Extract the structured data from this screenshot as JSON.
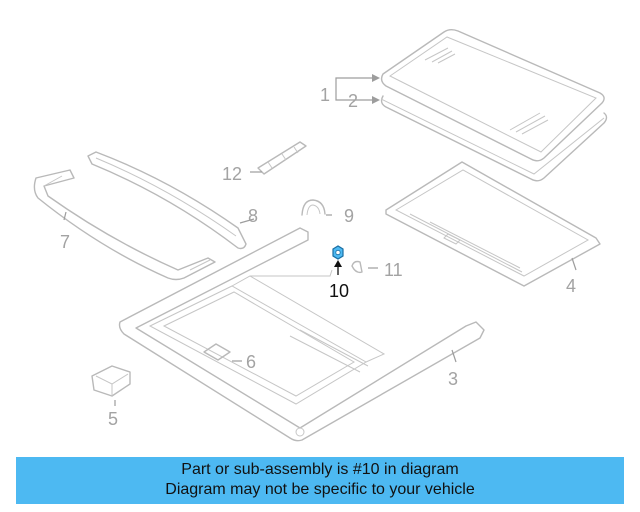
{
  "diagram": {
    "callouts": [
      "1",
      "2",
      "3",
      "4",
      "5",
      "6",
      "7",
      "8",
      "9",
      "10",
      "11",
      "12"
    ],
    "highlighted_part": "10",
    "highlight_color": "#4db9f2",
    "line_color": "#b9b9b9"
  },
  "banner": {
    "line1": "Part or sub-assembly is #10 in diagram",
    "line2": "Diagram may not be specific to your vehicle",
    "background": "#4db9f2"
  }
}
